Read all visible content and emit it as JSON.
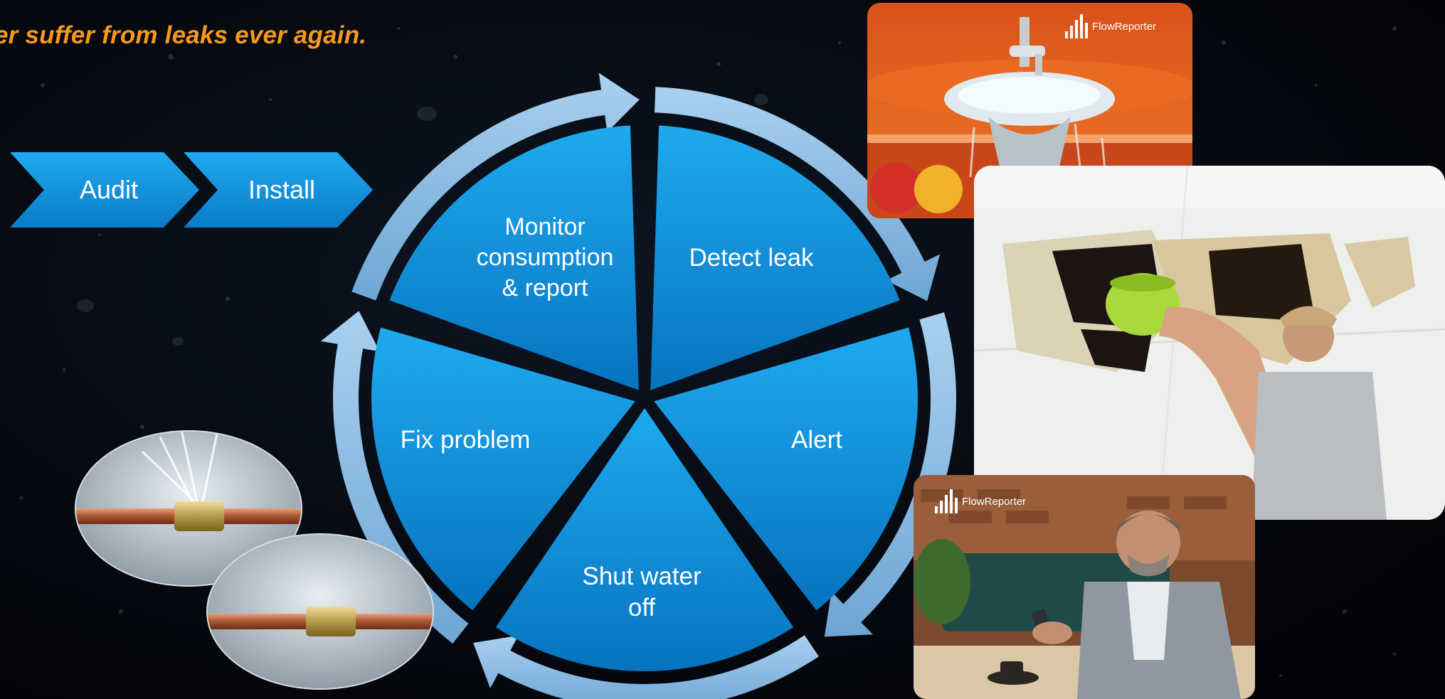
{
  "tagline": "er suffer from leaks ever again.",
  "steps_prefix": [
    {
      "label": "Audit"
    },
    {
      "label": "Install"
    }
  ],
  "cycle": {
    "segments": [
      {
        "lines": [
          "Monitor",
          "consumption",
          "& report"
        ]
      },
      {
        "lines": [
          "Detect leak"
        ]
      },
      {
        "lines": [
          "Alert"
        ]
      },
      {
        "lines": [
          "Shut water",
          "off"
        ]
      },
      {
        "lines": [
          "Fix problem"
        ]
      }
    ]
  },
  "photos": [
    {
      "subject": "overflowing-sink",
      "brand": "FlowReporter"
    },
    {
      "subject": "ceiling-leak-bucket",
      "brand": ""
    },
    {
      "subject": "man-with-phone-cafe",
      "brand": "FlowReporter"
    }
  ],
  "colors": {
    "tagline": "#f5991e",
    "segment_top": "#1da9ee",
    "segment_bottom": "#0878c4",
    "arrow": "#9dc7e6",
    "background": "#05080e"
  }
}
